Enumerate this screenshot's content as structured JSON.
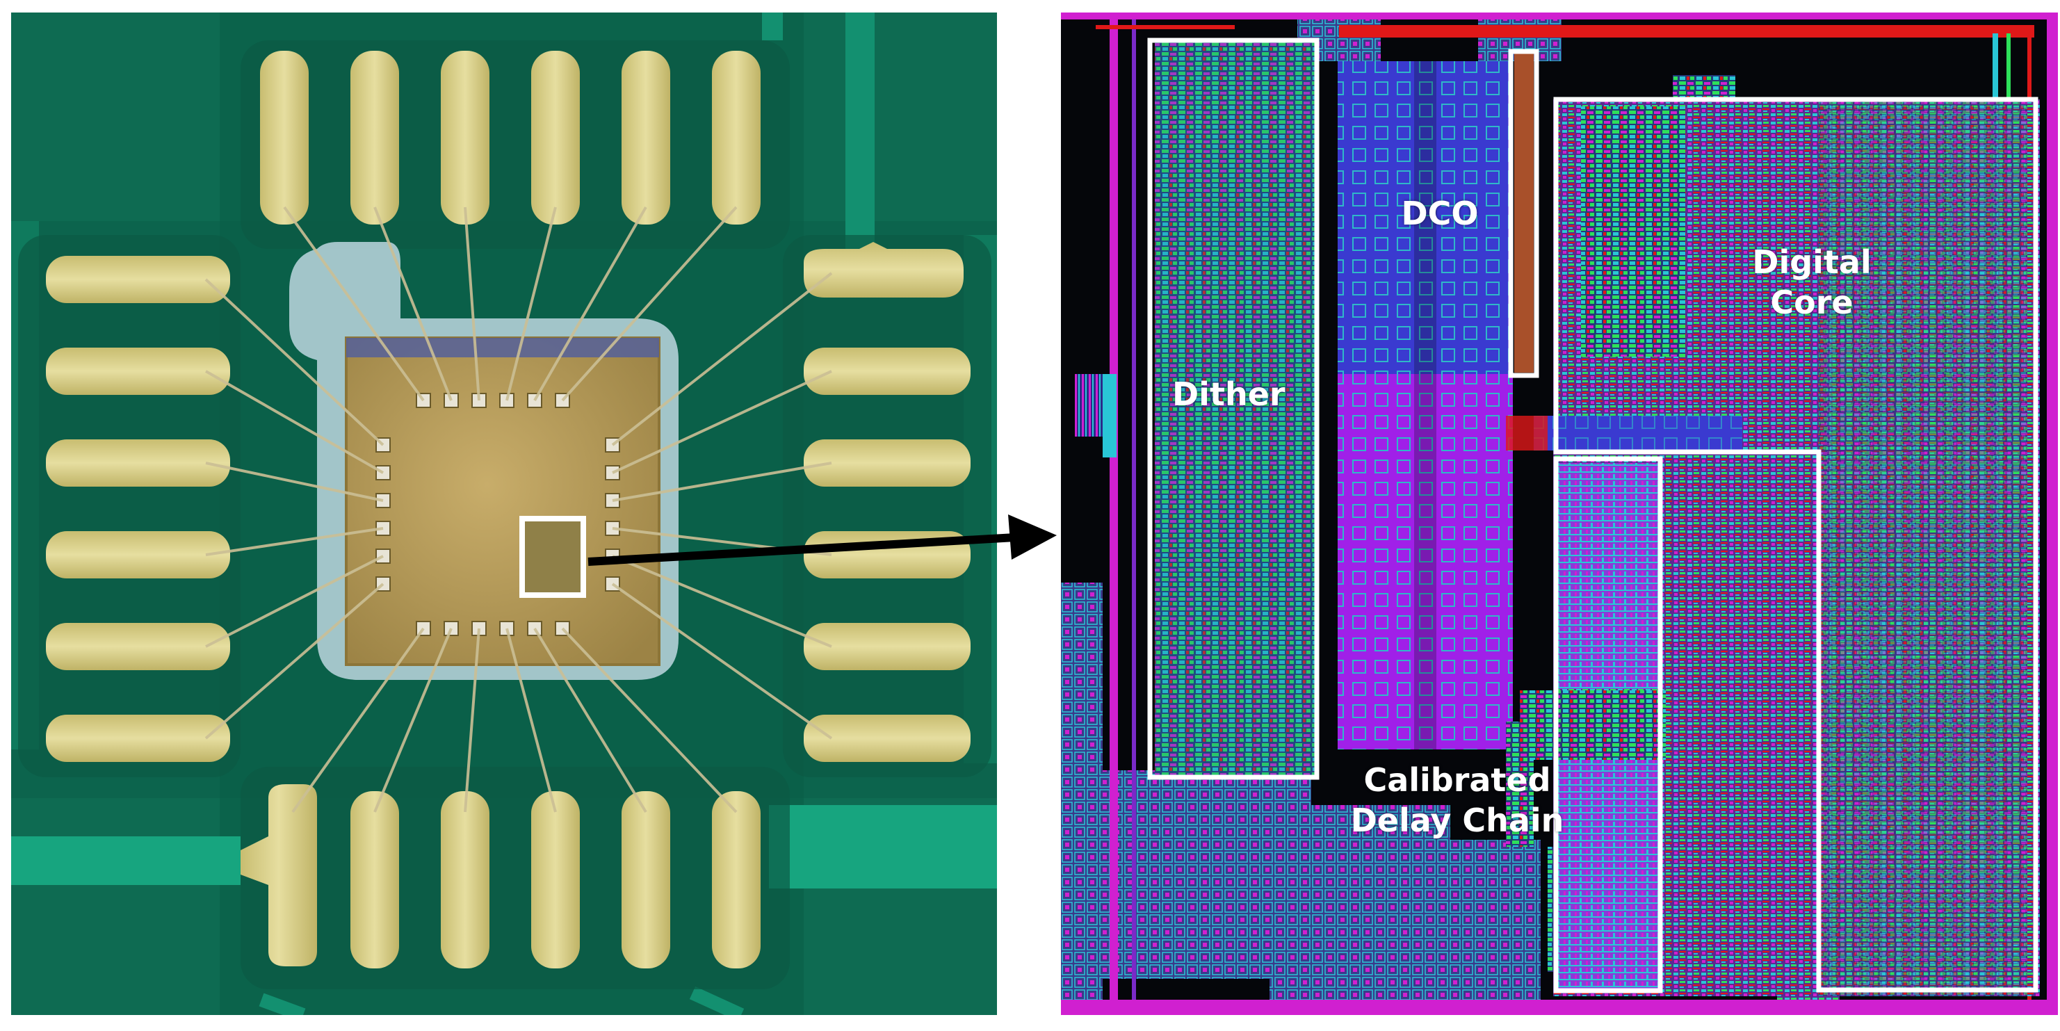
{
  "figure": {
    "left_panel": {
      "subject": "packaged-chip-on-pcb",
      "colors": {
        "pcb": "#0c6a52",
        "gold_pad": "#d9cf8a",
        "die": "#b39a5c",
        "bond_wire": "#c9b98a",
        "highlight_box": "#ffffff"
      }
    },
    "right_panel": {
      "subject": "chip-layout",
      "labels": {
        "dither": "Dither",
        "dco": "DCO",
        "digital_core_line1": "Digital",
        "digital_core_line2": "Core",
        "delay_chain_line1": "Calibrated",
        "delay_chain_line2": "Delay Chain"
      },
      "colors": {
        "background": "#05060a",
        "metal_magenta": "#d020d0",
        "metal_cyan": "#29c6d6",
        "metal_green": "#2ee05a",
        "metal_red": "#e01818",
        "dco_blue": "#3a3ad0",
        "dco_purple": "#a020e8",
        "outline": "#ffffff"
      }
    },
    "arrow": {
      "color": "#000000"
    }
  }
}
